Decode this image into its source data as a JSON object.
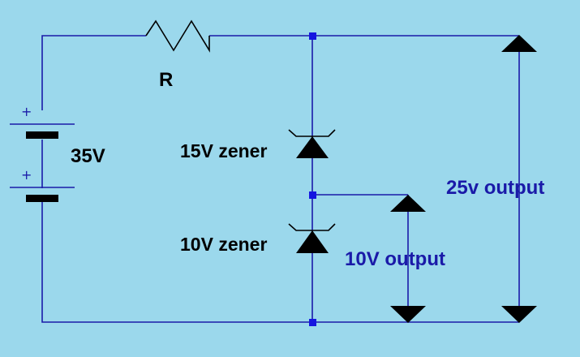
{
  "labels": {
    "resistor": "R",
    "battery_voltage": "35V",
    "zener_top": "15V zener",
    "zener_bottom": "10V zener",
    "output_25": "25v output",
    "output_10": "10V output",
    "plus_sign": "+"
  },
  "colors": {
    "background": "#9bd8ec",
    "wire": "#1a1aa8",
    "component": "#000000",
    "node": "#1515e0",
    "output_text": "#1a1aa8"
  }
}
